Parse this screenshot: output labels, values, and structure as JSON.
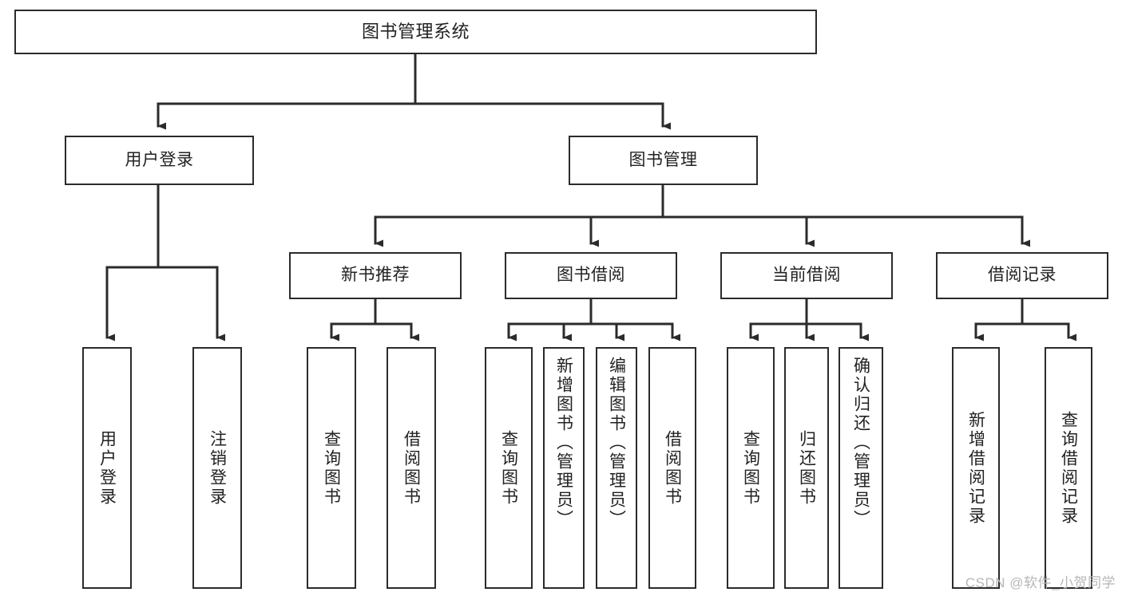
{
  "diagram": {
    "type": "tree",
    "title": "图书管理系统",
    "orientation": "top-down",
    "background_color": "#ffffff",
    "line_color": "#2b2b2b",
    "box_border_color": "#2b2b2b",
    "box_fill_color": "#ffffff",
    "text_color": "#222222"
  },
  "nodes": {
    "root": {
      "label": "图书管理系统",
      "level": 1,
      "text_direction": "horizontal"
    },
    "l2": [
      {
        "id": "user-login",
        "label": "用户登录",
        "level": 2,
        "text_direction": "horizontal"
      },
      {
        "id": "book-manage",
        "label": "图书管理",
        "level": 2,
        "text_direction": "horizontal"
      }
    ],
    "l3": [
      {
        "id": "new-book-rec",
        "label": "新书推荐",
        "level": 3,
        "text_direction": "horizontal"
      },
      {
        "id": "book-borrow",
        "label": "图书借阅",
        "level": 3,
        "text_direction": "horizontal"
      },
      {
        "id": "current-borrow",
        "label": "当前借阅",
        "level": 3,
        "text_direction": "horizontal"
      },
      {
        "id": "borrow-record",
        "label": "借阅记录",
        "level": 3,
        "text_direction": "horizontal"
      }
    ],
    "leaves": [
      {
        "id": "leaf-user-login",
        "label": "用户登录",
        "parent": "user-login",
        "text_direction": "vertical"
      },
      {
        "id": "leaf-user-logout",
        "label": "注销登录",
        "parent": "user-login",
        "text_direction": "vertical"
      },
      {
        "id": "leaf-query-book-1",
        "label": "查询图书",
        "parent": "new-book-rec",
        "text_direction": "vertical"
      },
      {
        "id": "leaf-borrow-book-1",
        "label": "借阅图书",
        "parent": "new-book-rec",
        "text_direction": "vertical"
      },
      {
        "id": "leaf-query-book-2",
        "label": "查询图书",
        "parent": "book-borrow",
        "text_direction": "vertical"
      },
      {
        "id": "leaf-add-book",
        "label": "新增图书（管理员）",
        "parent": "book-borrow",
        "text_direction": "vertical"
      },
      {
        "id": "leaf-edit-book",
        "label": "编辑图书（管理员）",
        "parent": "book-borrow",
        "text_direction": "vertical"
      },
      {
        "id": "leaf-borrow-book-2",
        "label": "借阅图书",
        "parent": "book-borrow",
        "text_direction": "vertical"
      },
      {
        "id": "leaf-query-book-3",
        "label": "查询图书",
        "parent": "current-borrow",
        "text_direction": "vertical"
      },
      {
        "id": "leaf-return-book",
        "label": "归还图书",
        "parent": "current-borrow",
        "text_direction": "vertical"
      },
      {
        "id": "leaf-confirm-return",
        "label": "确认归还（管理员）",
        "parent": "current-borrow",
        "text_direction": "vertical"
      },
      {
        "id": "leaf-add-record",
        "label": "新增借阅记录",
        "parent": "borrow-record",
        "text_direction": "vertical"
      },
      {
        "id": "leaf-query-record",
        "label": "查询借阅记录",
        "parent": "borrow-record",
        "text_direction": "vertical"
      }
    ]
  },
  "watermark": {
    "text": "CSDN @软件_小贺同学",
    "color": "#b6b6b6"
  }
}
